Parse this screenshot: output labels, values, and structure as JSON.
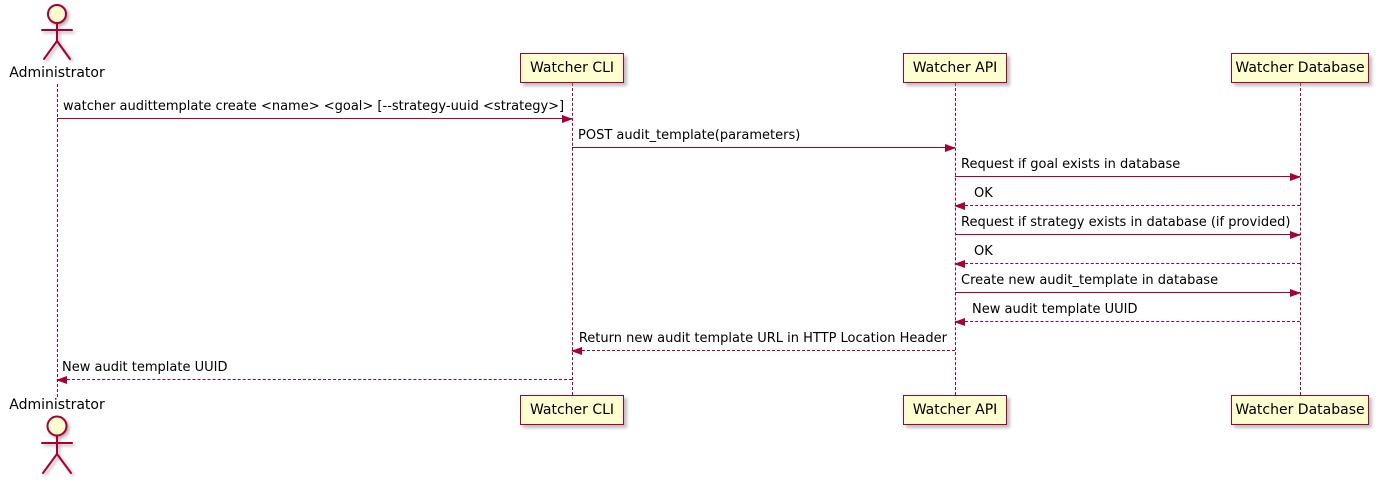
{
  "diagram_type": "uml-sequence",
  "colors": {
    "accent": "#A80036",
    "participant_fill": "#FEFECE",
    "text": "#000000",
    "background": "#FFFFFF"
  },
  "actor": {
    "label": "Administrator"
  },
  "participants": [
    {
      "label": "Watcher CLI"
    },
    {
      "label": "Watcher API"
    },
    {
      "label": "Watcher Database"
    }
  ],
  "messages": [
    {
      "from": "Administrator",
      "to": "Watcher CLI",
      "style": "solid",
      "direction": "right",
      "text": "watcher audittemplate create <name> <goal> [--strategy-uuid <strategy>]"
    },
    {
      "from": "Watcher CLI",
      "to": "Watcher API",
      "style": "solid",
      "direction": "right",
      "text": "POST audit_template(parameters)"
    },
    {
      "from": "Watcher API",
      "to": "Watcher Database",
      "style": "solid",
      "direction": "right",
      "text": "Request if goal exists in database"
    },
    {
      "from": "Watcher Database",
      "to": "Watcher API",
      "style": "dashed",
      "direction": "left",
      "text": "OK"
    },
    {
      "from": "Watcher API",
      "to": "Watcher Database",
      "style": "solid",
      "direction": "right",
      "text": "Request if strategy exists in database (if provided)"
    },
    {
      "from": "Watcher Database",
      "to": "Watcher API",
      "style": "dashed",
      "direction": "left",
      "text": "OK"
    },
    {
      "from": "Watcher API",
      "to": "Watcher Database",
      "style": "solid",
      "direction": "right",
      "text": "Create new audit_template in database"
    },
    {
      "from": "Watcher Database",
      "to": "Watcher API",
      "style": "dashed",
      "direction": "left",
      "text": "New audit template UUID"
    },
    {
      "from": "Watcher API",
      "to": "Watcher CLI",
      "style": "dashed",
      "direction": "left",
      "text": "Return new audit template URL in HTTP Location Header"
    },
    {
      "from": "Watcher CLI",
      "to": "Administrator",
      "style": "dashed",
      "direction": "left",
      "text": "New audit template UUID"
    }
  ]
}
